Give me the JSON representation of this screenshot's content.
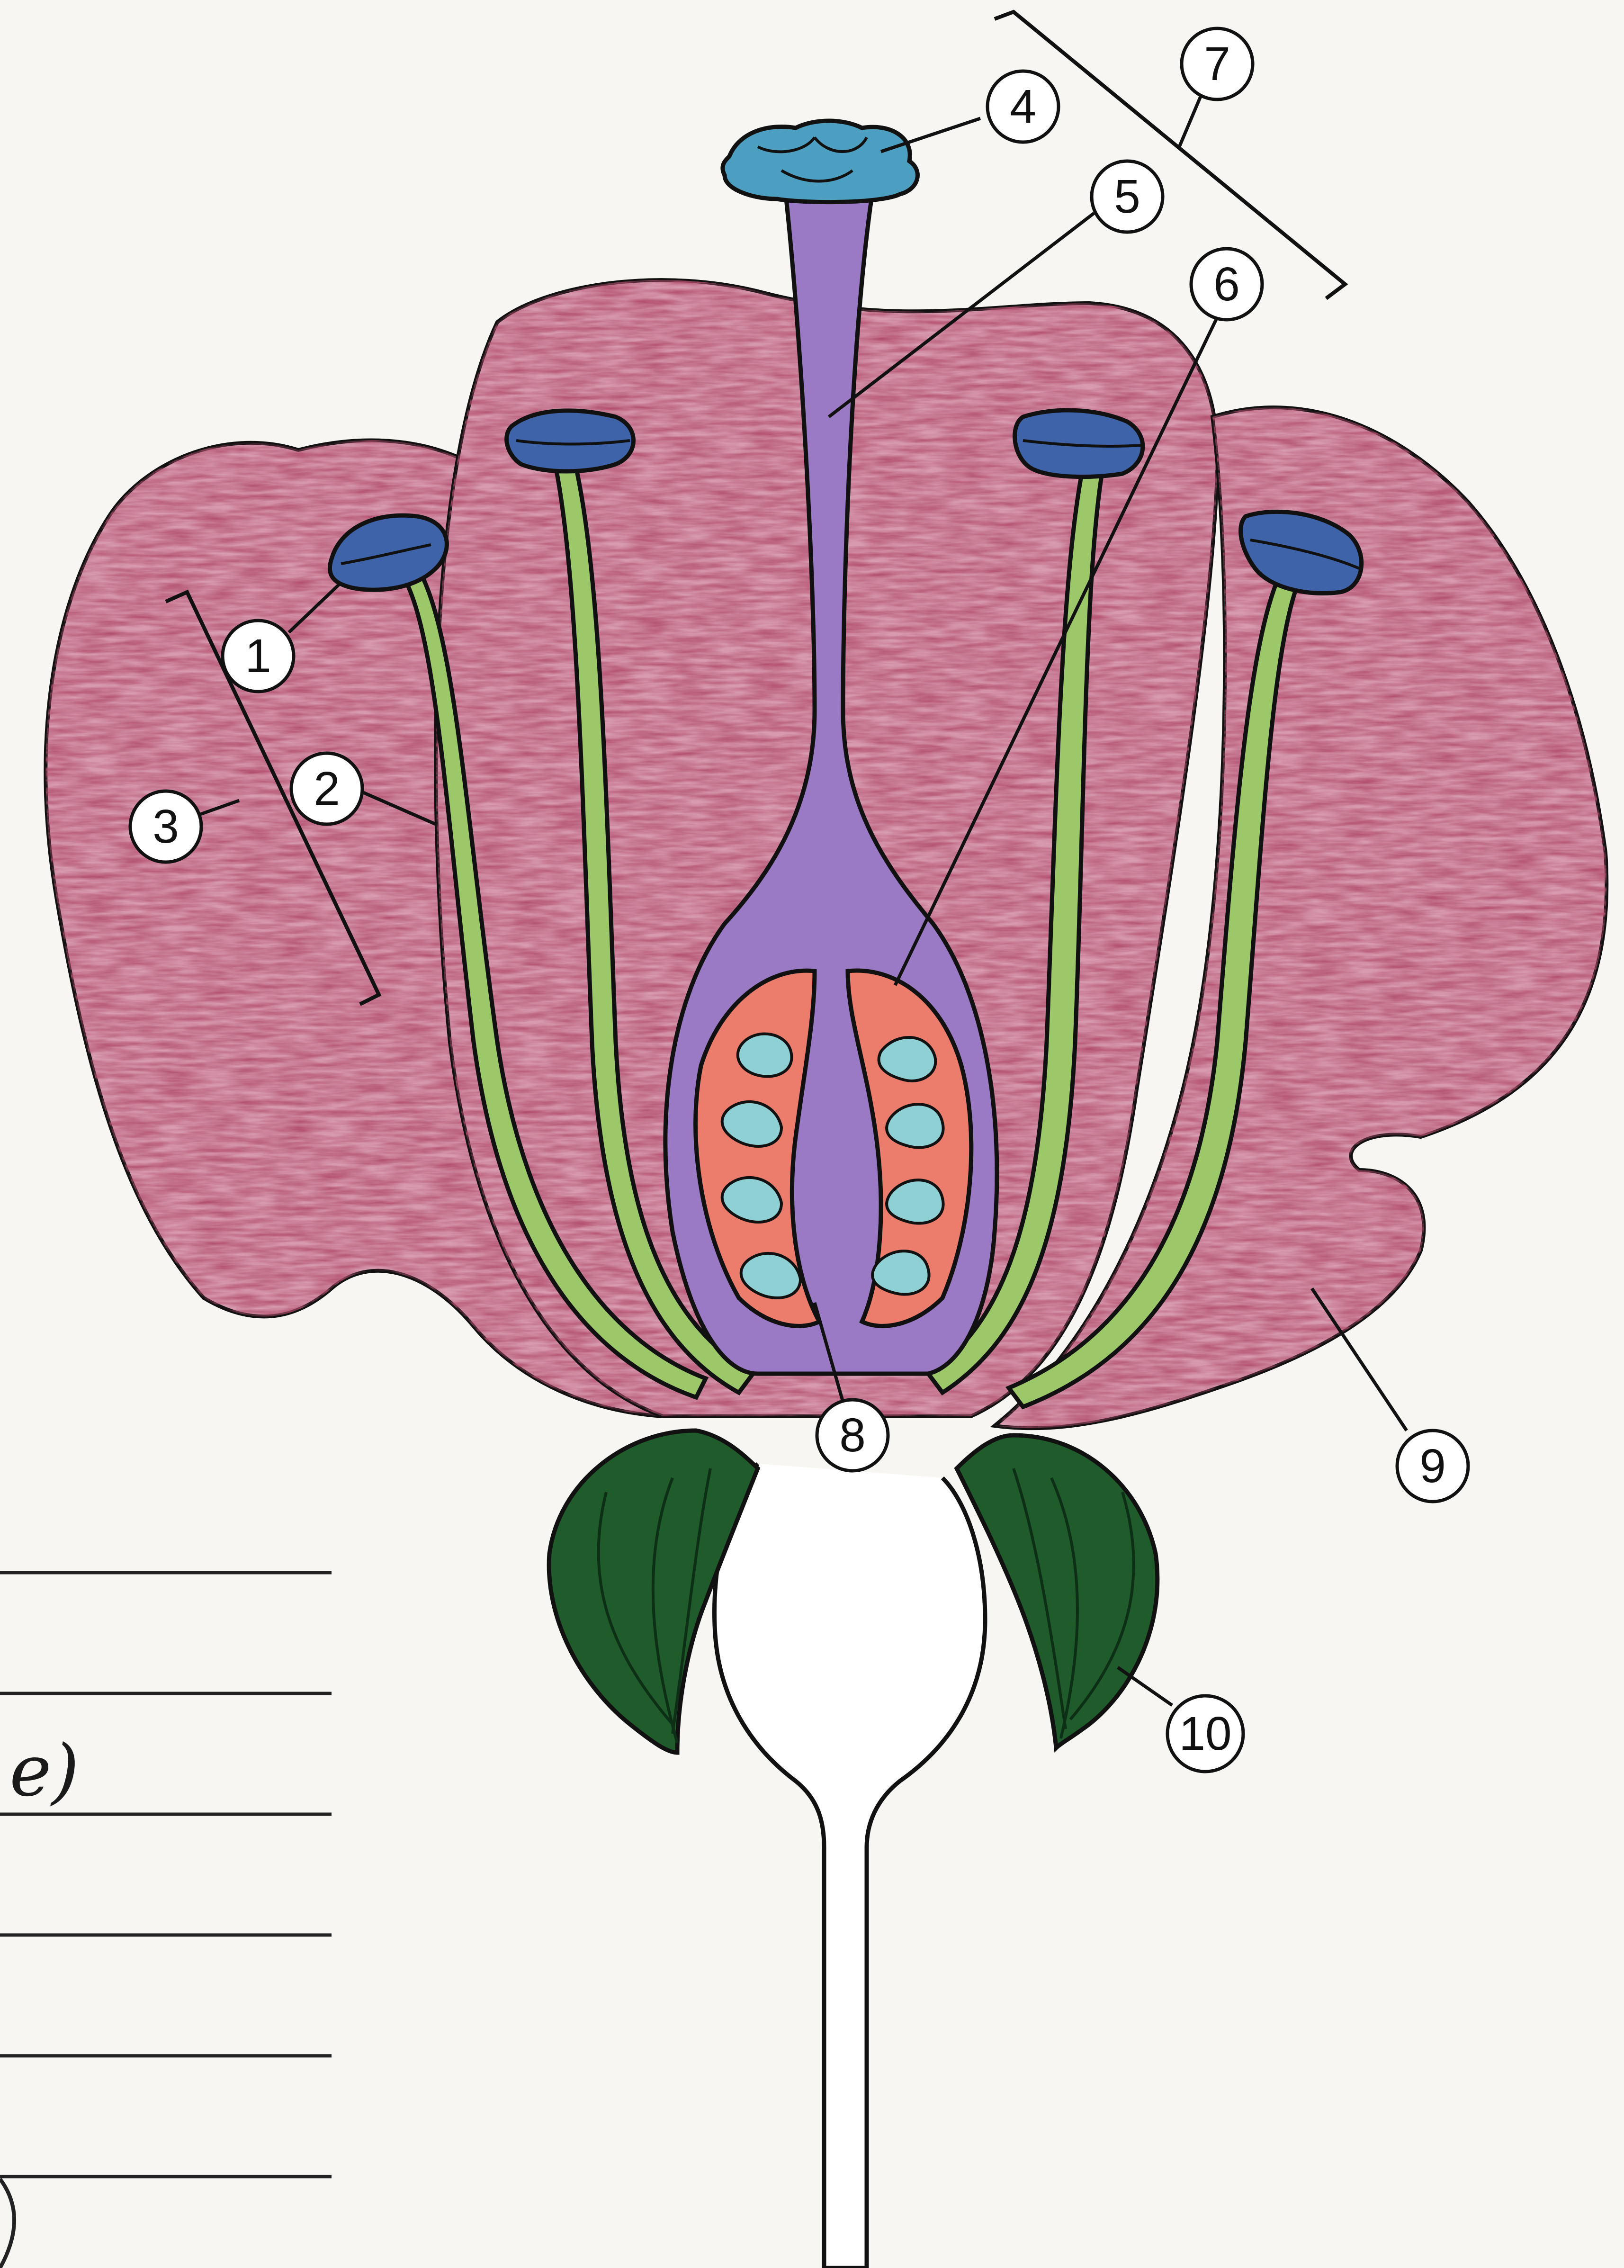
{
  "diagram": {
    "labels": [
      {
        "id": 1,
        "text": "1"
      },
      {
        "id": 2,
        "text": "2"
      },
      {
        "id": 3,
        "text": "3"
      },
      {
        "id": 4,
        "text": "4"
      },
      {
        "id": 5,
        "text": "5"
      },
      {
        "id": 6,
        "text": "6"
      },
      {
        "id": 7,
        "text": "7"
      },
      {
        "id": 8,
        "text": "8"
      },
      {
        "id": 9,
        "text": "9"
      },
      {
        "id": 10,
        "text": "10"
      }
    ],
    "margin_note": "e)",
    "colors": {
      "petal": "#b24f6e",
      "petal_light": "#d79aae",
      "filament": "#9cc86a",
      "anther": "#3e63a8",
      "stigma": "#4c9fc0",
      "style": "#9a7ac4",
      "ovary_wall": "#8f78c0",
      "ovary_chamber": "#ec7c6c",
      "ovule": "#8ed0d4",
      "sepal": "#1f5b2b",
      "outline": "#111111",
      "paper": "#f7f6f2"
    }
  }
}
